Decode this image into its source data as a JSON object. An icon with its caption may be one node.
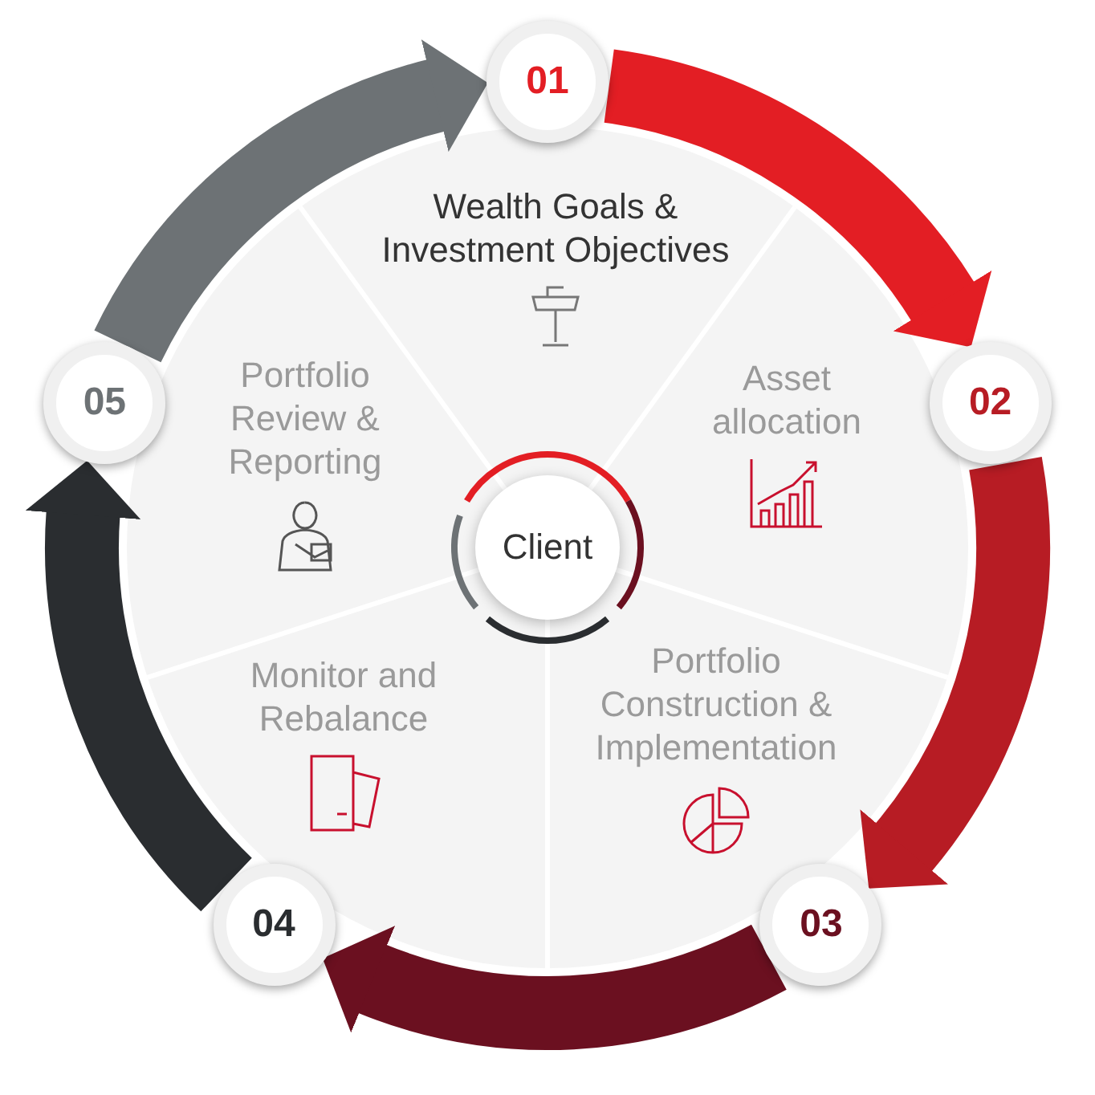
{
  "diagram": {
    "nodes": [
      {
        "text": [
          "Client"
        ]
      },
      {
        "text": [
          "01"
        ]
      },
      {
        "text": [
          "Wealth Goals & Investment Objectives"
        ]
      },
      {
        "text": [
          "02"
        ]
      },
      {
        "text": [
          "Asset allocation"
        ]
      },
      {
        "text": [
          "03"
        ]
      },
      {
        "text": [
          "Portfolio Construction & Implementation"
        ]
      },
      {
        "text": [
          "04"
        ]
      },
      {
        "text": [
          "Monitor and Rebalance"
        ]
      },
      {
        "text": [
          "05"
        ]
      },
      {
        "text": [
          "Portfolio Review & Reporting"
        ]
      }
    ],
    "edges": [
      {
        "from": 1,
        "to": 3,
        "arrow": "to",
        "color": "#e31e24"
      },
      {
        "from": 3,
        "to": 5,
        "arrow": "to",
        "color": "#b71c24"
      },
      {
        "from": 5,
        "to": 7,
        "arrow": "to",
        "color": "#6b1020"
      },
      {
        "from": 7,
        "to": 9,
        "arrow": "to",
        "color": "#2a2d30"
      },
      {
        "from": 9,
        "to": 1,
        "arrow": "to",
        "color": "#6d7275"
      }
    ]
  }
}
